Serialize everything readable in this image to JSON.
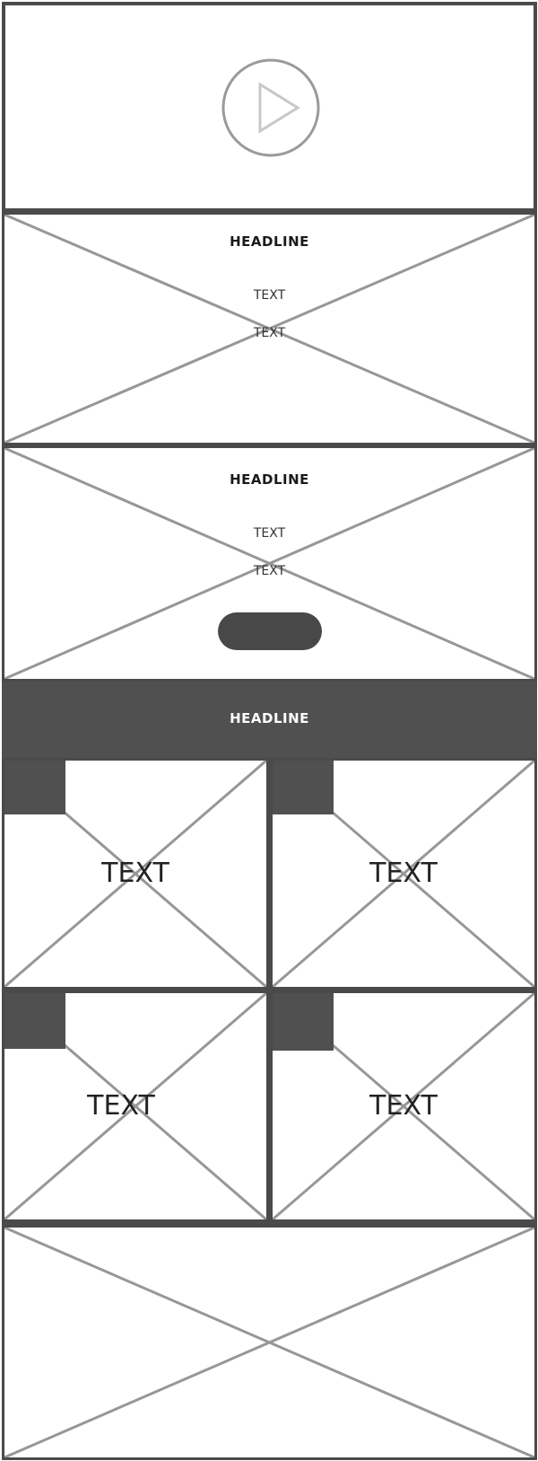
{
  "colors": {
    "frame": "#4a4a4a",
    "dark_fill": "#505050",
    "cross_line": "#979797",
    "play_circle": "#9a9a9a",
    "play_triangle": "#c8c8c8",
    "headline_dark": "#1a1a1a",
    "headline_light": "#ffffff"
  },
  "video": {
    "icon": "play-circle-icon"
  },
  "hero1": {
    "headline": "HEADLINE",
    "text_1": "TEXT",
    "text_2": "TEXT"
  },
  "hero2": {
    "headline": "HEADLINE",
    "text_1": "TEXT",
    "text_2": "TEXT",
    "button_label": ""
  },
  "grid": {
    "headline": "HEADLINE",
    "cards": [
      {
        "label": "TEXT"
      },
      {
        "label": "TEXT"
      },
      {
        "label": "TEXT"
      },
      {
        "label": "TEXT"
      }
    ]
  },
  "footer": {
    "image": "image-placeholder"
  }
}
